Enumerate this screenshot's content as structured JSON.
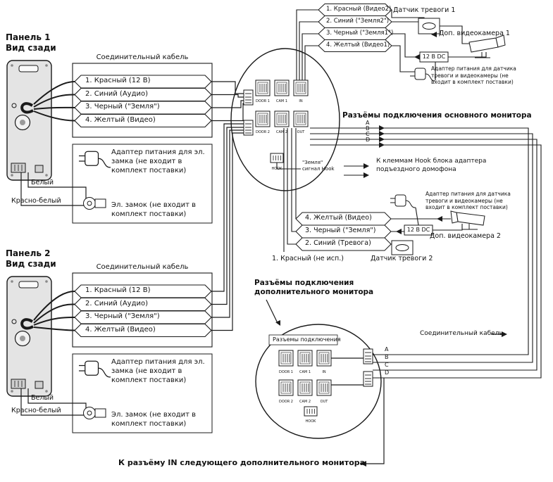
{
  "colors": {
    "line": "#1a1a1a",
    "panel_fill": "#e4e4e4",
    "background": "#ffffff"
  },
  "panel1": {
    "title": "Панель 1",
    "subtitle": "Вид сзади"
  },
  "panel2": {
    "title": "Панель 2",
    "subtitle": "Вид сзади"
  },
  "cable_box": {
    "title": "Соединительный кабель",
    "wires": [
      "1. Красный (12 В)",
      "2. Синий (Аудио)",
      "3. Черный (\"Земля\")",
      "4. Желтый (Видео)"
    ]
  },
  "adapter_box": {
    "adapter": "Адаптер питания для эл. замка (не входит в комплект поставки)",
    "lock": "Эл. замок (не входит в комплект поставки)"
  },
  "panel_wires": {
    "white": "Белый",
    "red_white": "Красно-белый"
  },
  "top_wires": [
    "1. Красный (Видео2)",
    "2. Синий (\"Земля2\")",
    "3. Черный (\"Земля1\")",
    "4. Желтый (Видео1)"
  ],
  "right_wires": [
    "4. Желтый (Видео)",
    "3. Черный (\"Земля\")",
    "2. Синий (Тревога)",
    "1. Красный (не исп.)"
  ],
  "devices": {
    "sensor1": "Датчик тревоги 1",
    "camera1": "Доп. видеокамера 1",
    "sensor2": "Датчик тревоги 2",
    "camera2": "Доп. видеокамера 2",
    "dc": "12 В DC",
    "adapter_note": "Адаптер питания для датчика тревоги и видеокамеры (не входит в комплект поставки)"
  },
  "monitor_main": {
    "title": "Разъёмы подключения основного монитора",
    "connectors": {
      "door1": "DOOR 1",
      "cam1": "CAM 1",
      "in": "IN",
      "door2": "DOOR 2",
      "cam2": "CAM 2",
      "out": "OUT",
      "hook": "HOOK"
    }
  },
  "monitor_add": {
    "title": "Разъёмы подключения дополнительного монитора",
    "inner_title": "Разъемы подключения"
  },
  "hook": {
    "ground_label": "\"Земля\" сигнал Hook",
    "note": "К клеммам Hook блока адаптера подъездного домофона"
  },
  "abcd": [
    "A",
    "B",
    "C",
    "D"
  ],
  "cable_label_right": "Соединительный кабель",
  "bottom_note": "К разъёму IN следующего дополнительного монитора"
}
